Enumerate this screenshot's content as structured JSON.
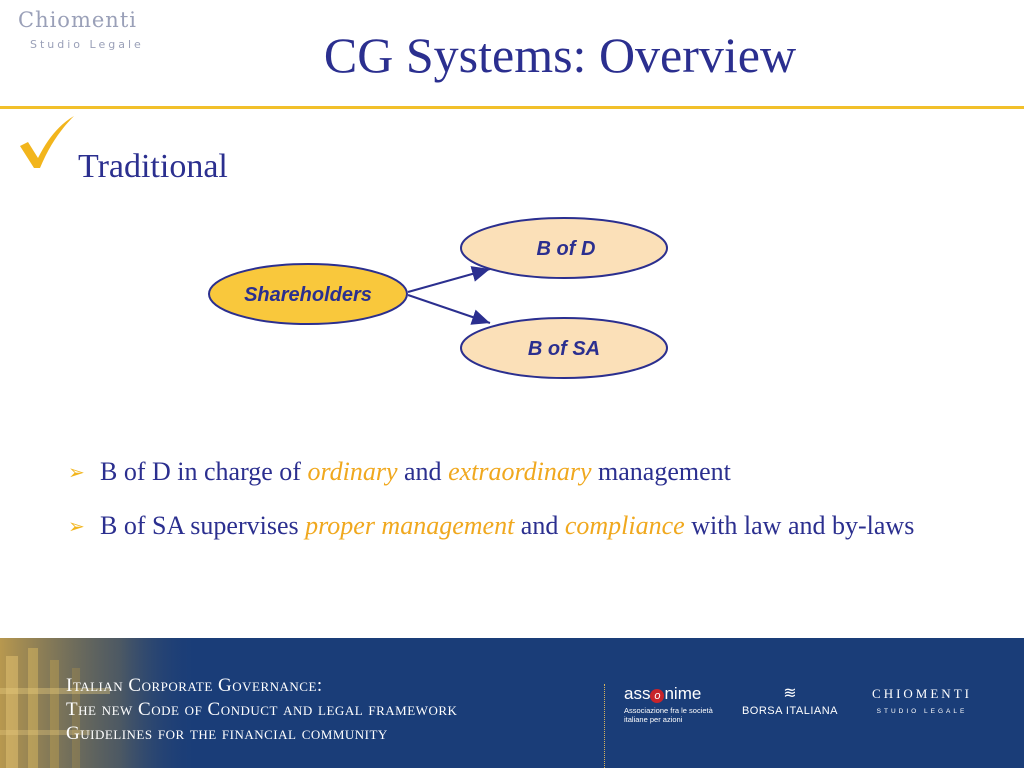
{
  "header": {
    "logo_line1": "Chiomenti",
    "logo_line2": "Studio Legale",
    "title": "CG Systems: Overview"
  },
  "section": {
    "subtitle": "Traditional"
  },
  "diagram": {
    "nodes": {
      "shareholders": "Shareholders",
      "bod": "B of D",
      "bosa": "B of SA"
    },
    "colors": {
      "shareholders_fill": "#f9c83c",
      "node_fill": "#fbe0b8",
      "stroke": "#2b2f8f"
    }
  },
  "bullets": [
    {
      "t1": "B of D in charge of ",
      "e1": "ordinary",
      "t2": " and ",
      "e2": "extraordinary",
      "t3": " management"
    },
    {
      "t1": "B of SA supervises ",
      "e1": "proper management",
      "t2": " and ",
      "e2": "compliance",
      "t3": " with law and by-laws"
    }
  ],
  "footer": {
    "lines": [
      "Italian Corporate Governance:",
      "The new Code of Conduct and legal framework",
      "Guidelines for the financial community"
    ],
    "assonime": {
      "name_a": "ass",
      "name_o": "o",
      "name_b": "nime",
      "sub": "Associazione fra le società italiane per azioni"
    },
    "borsa": "BORSA ITALIANA",
    "chiomenti": {
      "name": "CHIOMENTI",
      "sub": "STUDIO LEGALE"
    }
  },
  "colors": {
    "title": "#2b2f8f",
    "accent": "#f2c02a",
    "footer_bg": "#1a3d78",
    "emphasis": "#f0a81e"
  }
}
